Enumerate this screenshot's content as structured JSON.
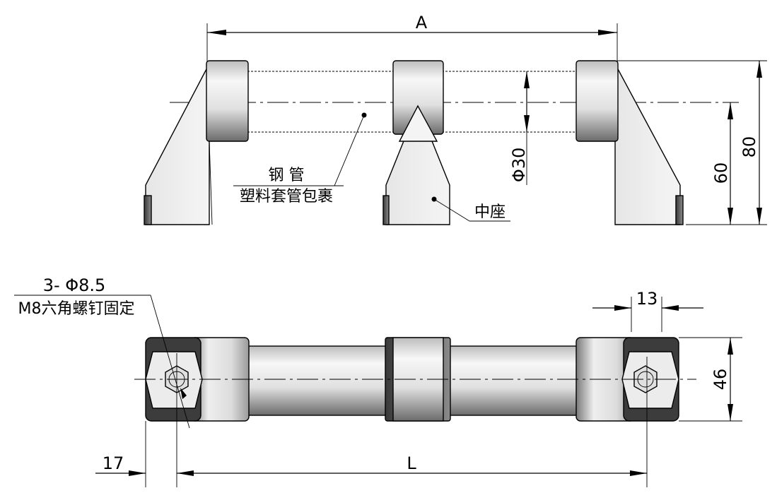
{
  "labels": {
    "dim_A": "A",
    "dim_80": "80",
    "dim_60": "60",
    "dim_phi30": "Φ30",
    "steel_tube": "钢 管",
    "plastic_sleeve": "塑料套管包裹",
    "center_base": "中座",
    "hole_spec": "3- Φ8.5",
    "screw_spec": "M8六角螺钉固定",
    "dim_13": "13",
    "dim_46": "46",
    "dim_17": "17",
    "dim_L": "L"
  },
  "colors": {
    "metal_light": "#f2f2f2",
    "metal_mid": "#c9c9c9",
    "metal_dark": "#5a5a5a",
    "line": "#000000"
  }
}
